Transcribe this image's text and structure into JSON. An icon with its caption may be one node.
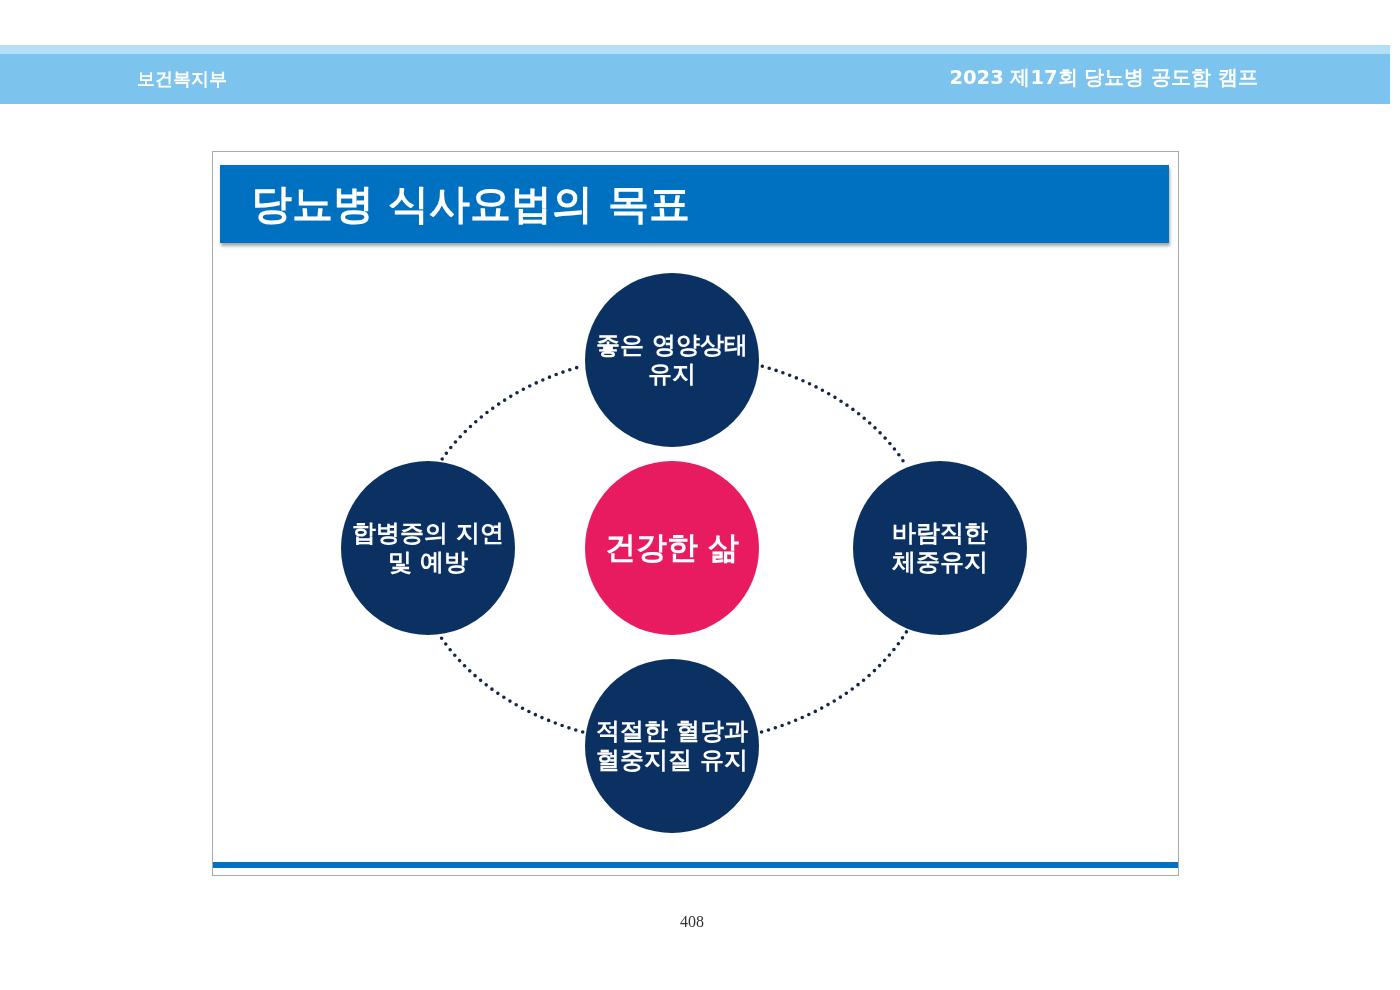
{
  "diagram": {
    "title": "당뇨병 식사요법의 목표",
    "nodes": [
      {
        "text": [
          "좋은 영양상태 유지"
        ]
      },
      {
        "text": [
          "합병증의 지연 및 예방"
        ]
      },
      {
        "text": [
          "건강한 삶"
        ]
      },
      {
        "text": [
          "바람직한 체중유지"
        ]
      },
      {
        "text": [
          "적절한 혈당과 혈중지질 유지"
        ]
      }
    ],
    "edges": [
      {
        "from": 0,
        "to": 3,
        "arrow": "none"
      },
      {
        "from": 3,
        "to": 4,
        "arrow": "none"
      },
      {
        "from": 4,
        "to": 1,
        "arrow": "none"
      },
      {
        "from": 1,
        "to": 0,
        "arrow": "none"
      }
    ],
    "labels": [
      "보건복지부",
      "2023 제17회 당뇨병 공도함 캠프",
      "408"
    ]
  }
}
